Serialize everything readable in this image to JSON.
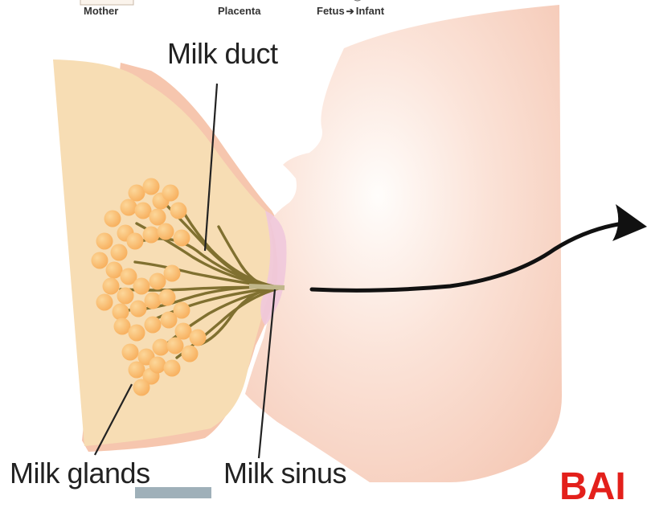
{
  "header": {
    "mother": "Mother",
    "placenta": "Placenta",
    "fetus": "Fetus",
    "infant": "Infant"
  },
  "labels": {
    "milk_duct": "Milk duct",
    "milk_glands": "Milk glands",
    "milk_sinus": "Milk sinus"
  },
  "footer": {
    "red_text": "BAI"
  },
  "colors": {
    "breast": "#f7ddb4",
    "breast_outline": "#f6c6ae",
    "infant_skin": "#f8d3c4",
    "gland": "#f9b364",
    "duct": "#807030",
    "nipple": "#f0c8dc",
    "accent": "#e3201b"
  }
}
